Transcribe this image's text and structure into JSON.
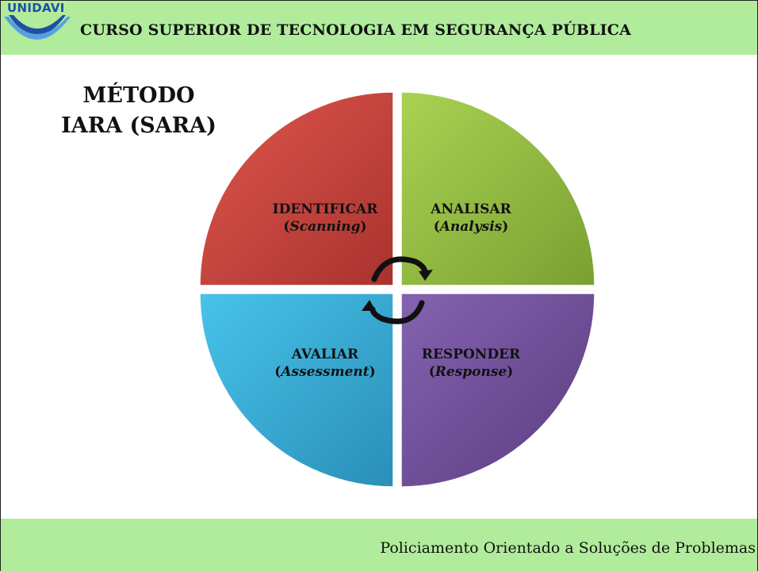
{
  "header": {
    "logo_text": "UNIDAVI",
    "title": "CURSO SUPERIOR DE TECNOLOGIA EM SEGURANÇA PÚBLICA"
  },
  "method": {
    "line1": "MÉTODO",
    "line2": "IARA (SARA)"
  },
  "quadrants": [
    {
      "name": "IDENTIFICAR",
      "english": "Scanning",
      "color": "#c0403c"
    },
    {
      "name": "ANALISAR",
      "english": "Analysis",
      "color": "#8db53c"
    },
    {
      "name": "AVALIAR",
      "english": "Assessment",
      "color": "#37a9cf"
    },
    {
      "name": "RESPONDER",
      "english": "Response",
      "color": "#6c4b94"
    }
  ],
  "footer": {
    "text": "Policiamento Orientado a Soluções de Problemas"
  }
}
